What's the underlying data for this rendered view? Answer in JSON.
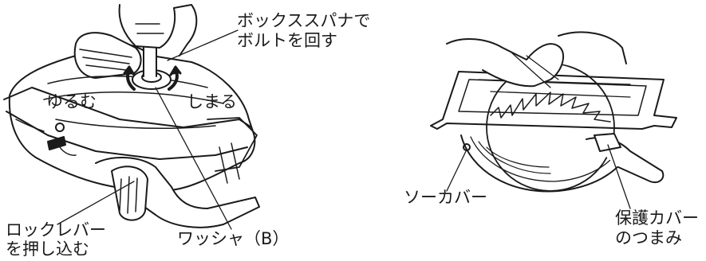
{
  "labels": {
    "box_wrench": "ボックススパナで\nボルトを回す",
    "loosen": "ゆるむ",
    "tighten": "しまる",
    "lock_lever": "ロックレバー\nを押し込む",
    "washer": "ワッシャ（B）",
    "sole_cover": "ソーカバー",
    "guard_knob": "保護カバー\nのつまみ"
  },
  "colors": {
    "line": "#1a1a1a",
    "fill": "#ffffff"
  }
}
